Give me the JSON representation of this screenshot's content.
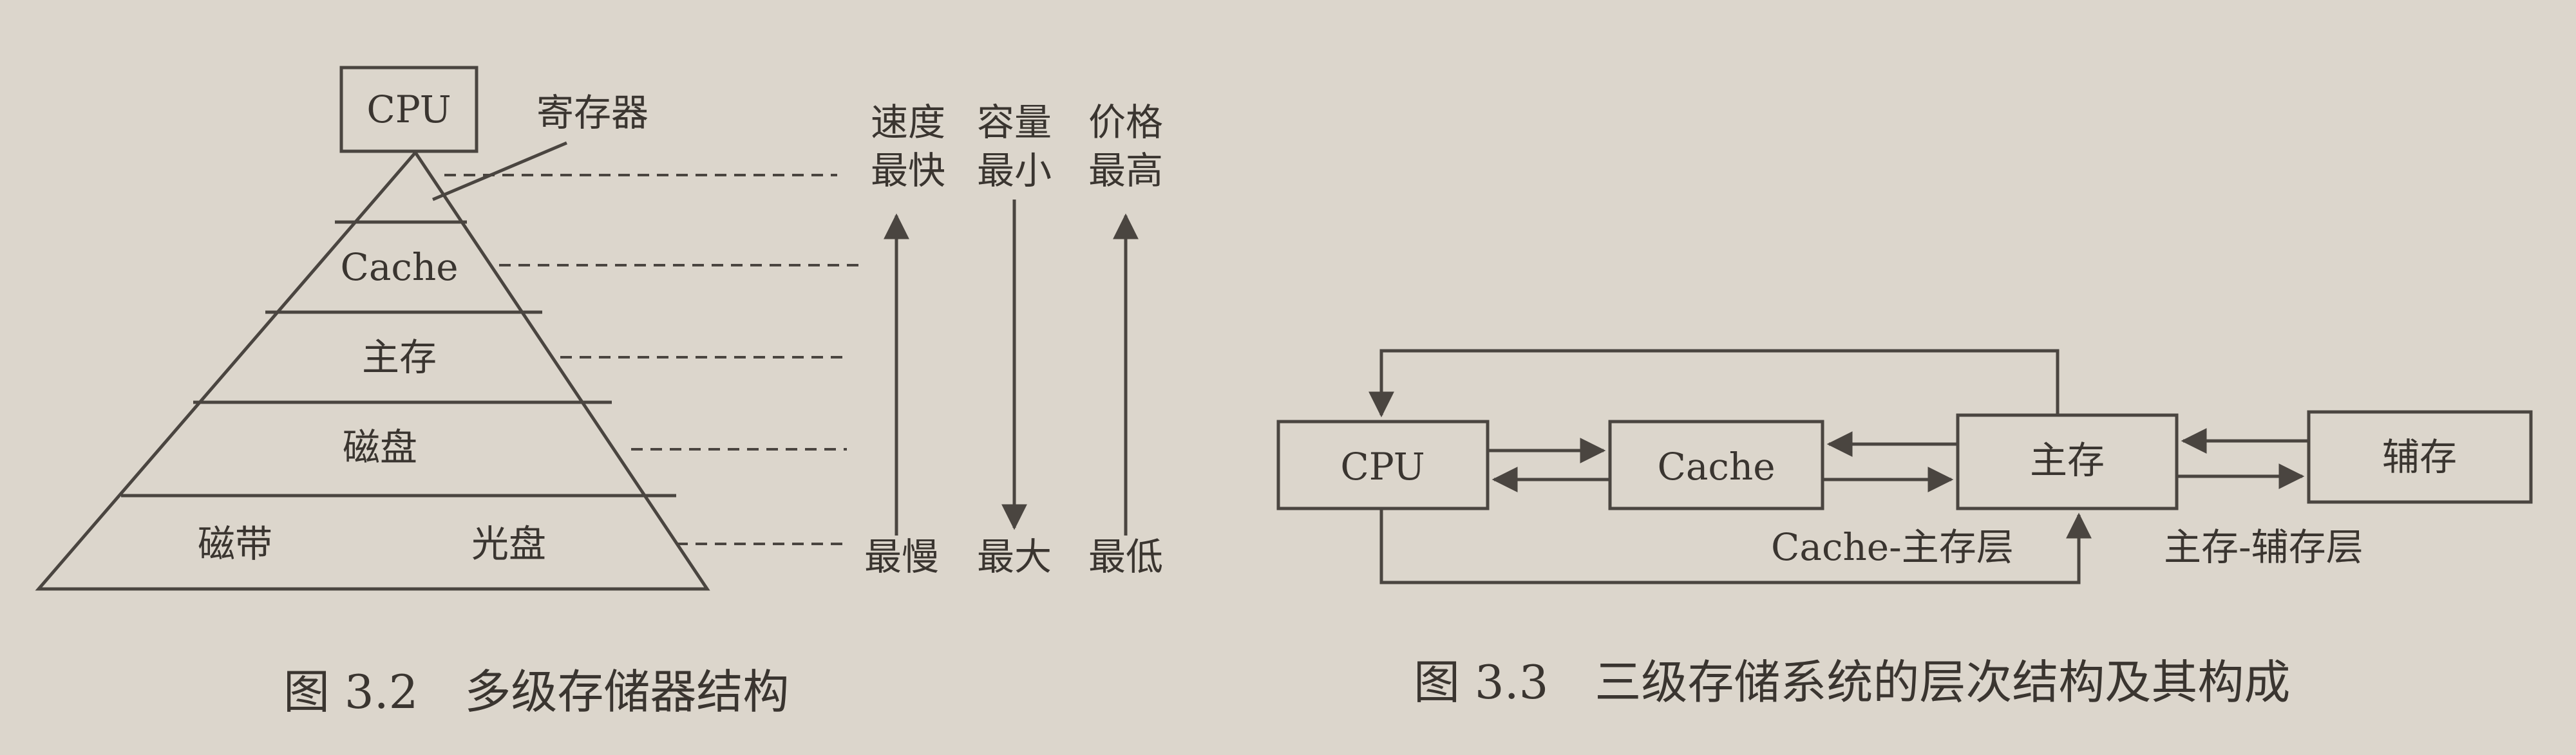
{
  "fig32": {
    "cpu": "CPU",
    "register_label": "寄存器",
    "levels": [
      "Cache",
      "主存",
      "磁盘"
    ],
    "bottom_left": "磁带",
    "bottom_right": "光盘",
    "speed": {
      "title": "速度",
      "top": "最快",
      "bottom": "最慢"
    },
    "capacity": {
      "title": "容量",
      "top": "最小",
      "bottom": "最大"
    },
    "price": {
      "title": "价格",
      "top": "最高",
      "bottom": "最低"
    },
    "caption": "图 3.2　多级存储器结构"
  },
  "fig33": {
    "cpu": "CPU",
    "cache": "Cache",
    "main": "主存",
    "aux": "辅存",
    "layer1": "Cache-主存层",
    "layer2": "主存-辅存层",
    "caption": "图 3.3　三级存储系统的层次结构及其构成"
  }
}
